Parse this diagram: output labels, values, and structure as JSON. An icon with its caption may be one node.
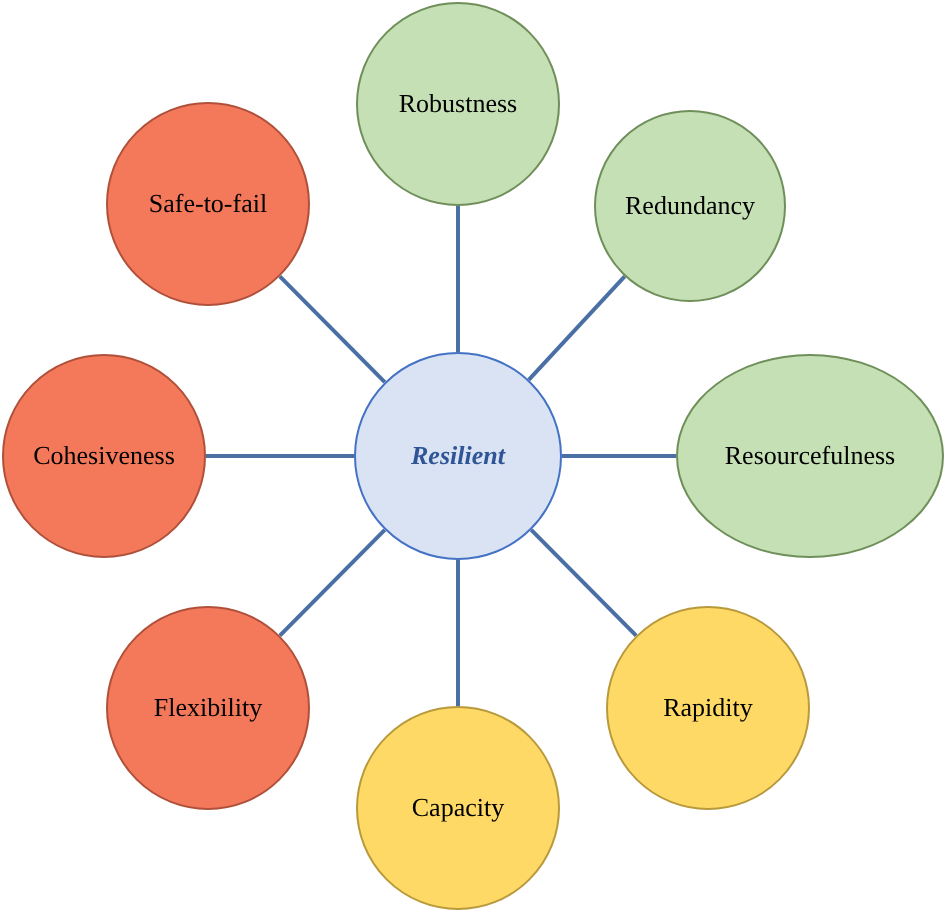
{
  "diagram": {
    "nodes": [
      {
        "text": [
          "Resilient"
        ]
      },
      {
        "text": [
          "Robustness"
        ]
      },
      {
        "text": [
          "Redundancy"
        ]
      },
      {
        "text": [
          "Resourcefulness"
        ]
      },
      {
        "text": [
          "Rapidity"
        ]
      },
      {
        "text": [
          "Capacity"
        ]
      },
      {
        "text": [
          "Flexibility"
        ]
      },
      {
        "text": [
          "Cohesiveness"
        ]
      },
      {
        "text": [
          "Safe-to-fail"
        ]
      }
    ],
    "edges": [
      {
        "from": 0,
        "to": 1,
        "arrow": "none"
      },
      {
        "from": 0,
        "to": 2,
        "arrow": "none"
      },
      {
        "from": 0,
        "to": 3,
        "arrow": "none"
      },
      {
        "from": 0,
        "to": 4,
        "arrow": "none"
      },
      {
        "from": 0,
        "to": 5,
        "arrow": "none"
      },
      {
        "from": 0,
        "to": 6,
        "arrow": "none"
      },
      {
        "from": 0,
        "to": 7,
        "arrow": "none"
      },
      {
        "from": 0,
        "to": 8,
        "arrow": "none"
      }
    ]
  }
}
